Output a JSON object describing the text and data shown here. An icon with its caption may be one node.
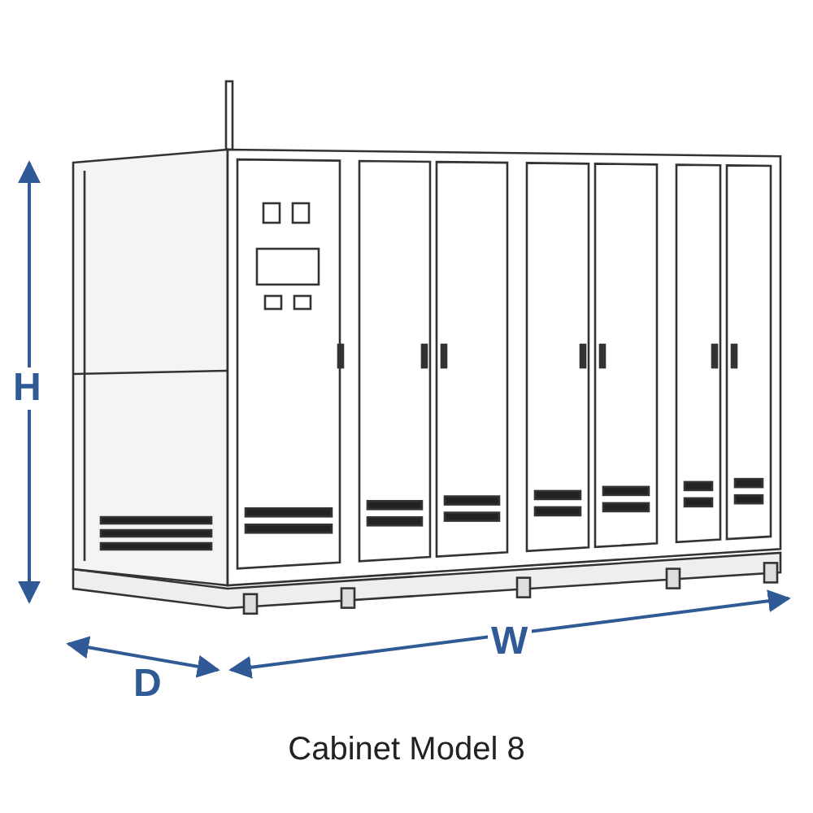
{
  "diagram": {
    "caption": "Cabinet Model 8",
    "labels": [
      "H",
      "D",
      "W"
    ]
  }
}
